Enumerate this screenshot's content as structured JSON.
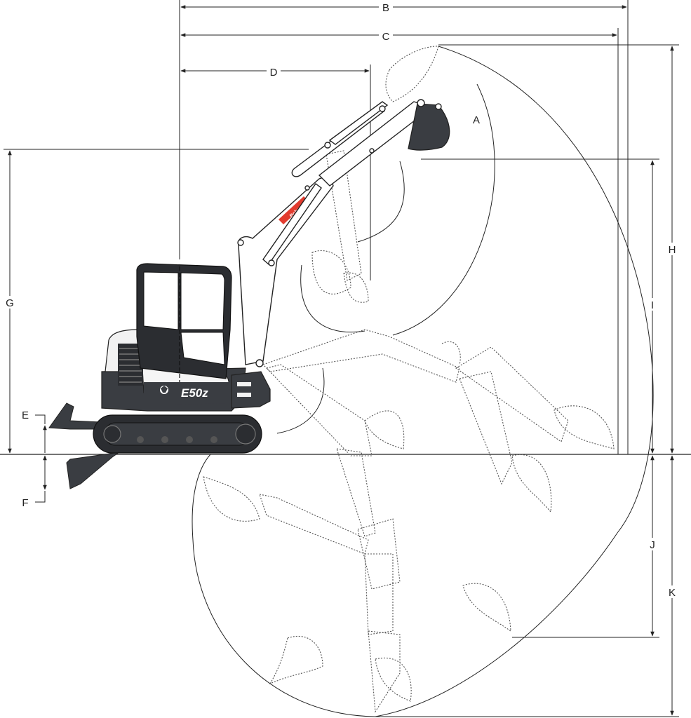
{
  "labels": {
    "a": "A",
    "b": "B",
    "c": "C",
    "d": "D",
    "e": "E",
    "f": "F",
    "g": "G",
    "h": "H",
    "i": "I",
    "j": "J",
    "k": "K"
  },
  "machine": {
    "brand": "Bobcat",
    "model": "E50z"
  },
  "colors": {
    "accent": "#e23b2e",
    "body": "#3a3d42",
    "line": "#222222"
  }
}
